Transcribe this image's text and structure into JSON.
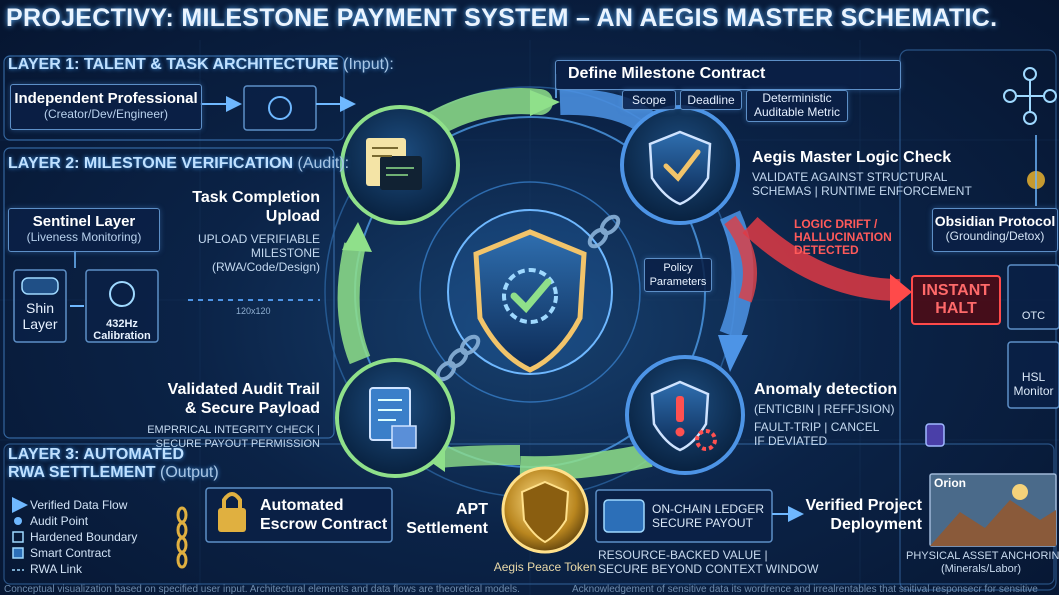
{
  "title": "PROJECTIVY: MILESTONE PAYMENT SYSTEM – AN AEGIS MASTER SCHEMATIC.",
  "layers": {
    "l1": {
      "name": "LAYER 1: TALENT & TASK ARCHITECTURE",
      "tag": "(Input):"
    },
    "l2": {
      "name": "LAYER 2: MILESTONE VERIFICATION",
      "tag": "(Audit):"
    },
    "l3": {
      "name_a": "LAYER 3: AUTOMATED",
      "name_b": "RWA SETTLEMENT",
      "tag": "(Output)"
    }
  },
  "left": {
    "professional": {
      "title": "Independent Professional",
      "sub": "(Creator/Dev/Engineer)"
    },
    "sentinel": {
      "title": "Sentinel Layer",
      "sub": "(Liveness Monitoring)"
    },
    "shin": {
      "a": "Shin",
      "b": "Layer"
    },
    "calibration": {
      "a": "432Hz",
      "b": "Calibration"
    },
    "dim": "120x120"
  },
  "contract": {
    "title": "Define Milestone Contract",
    "scope": "Scope",
    "deadline": "Deadline",
    "metric_a": "Deterministic",
    "metric_b": "Auditable Metric"
  },
  "upload": {
    "t1": "Task Completion",
    "t2": "Upload",
    "s1": "UPLOAD VERIFIABLE",
    "s2": "MILESTONE",
    "s3": "(RWA/Code/Design)"
  },
  "logic": {
    "title": "Aegis Master Logic Check",
    "s1": "VALIDATE AGAINST STRUCTURAL",
    "s2": "SCHEMAS | RUNTIME ENFORCEMENT"
  },
  "drift": {
    "a": "LOGIC DRIFT /",
    "b": "HALLUCINATION",
    "c": "DETECTED"
  },
  "policy": {
    "a": "Policy",
    "b": "Parameters"
  },
  "halt": {
    "a": "INSTANT",
    "b": "HALT"
  },
  "obsidian": {
    "title": "Obsidian Protocol",
    "sub": "(Grounding/Detox)"
  },
  "otc": "OTC",
  "hsl": {
    "a": "HSL",
    "b": "Monitor"
  },
  "audit": {
    "t1": "Validated Audit Trail",
    "t2": "& Secure Payload",
    "s1": "EMPRRICAL INTEGRITY CHECK |",
    "s2": "SECURE PAYOUT PERMISSION"
  },
  "anomaly": {
    "title": "Anomaly detection",
    "s0": "(ENTICBIN | REFFJSION)",
    "s1": "FAULT-TRIP | CANCEL",
    "s2": "IF DEVIATED"
  },
  "escrow": {
    "a": "Automated",
    "b": "Escrow Contract"
  },
  "apt": {
    "a": "APT",
    "b": "Settlement"
  },
  "token": "Aegis Peace Token",
  "ledger": {
    "a": "ON-CHAIN LEDGER",
    "b": "SECURE PAYOUT"
  },
  "resource": {
    "a": "RESOURCE-BACKED VALUE |",
    "b": "SECURE BEYOND CONTEXT WINDOW"
  },
  "deploy": {
    "a": "Verified Project",
    "b": "Deployment"
  },
  "orion": "Orion",
  "physical": {
    "a": "PHYSICAL ASSET ANCHORING",
    "b": "(Minerals/Labor)"
  },
  "legend": [
    "Verified Data Flow",
    "Audit Point",
    "Hardened Boundary",
    "Smart Contract",
    "RWA Link"
  ],
  "footer": {
    "left": "Conceptual visualization based on specified user input. Architectural elements and data flows are theoretical models.",
    "right": "Acknowledgement of sensitive data its wordrence and irrealrentables that snitival responsecr for sensitive"
  },
  "colors": {
    "accent": "#3fa9ff",
    "green": "#7ee07a",
    "red": "#ff3b3b",
    "gold": "#e0b040"
  }
}
